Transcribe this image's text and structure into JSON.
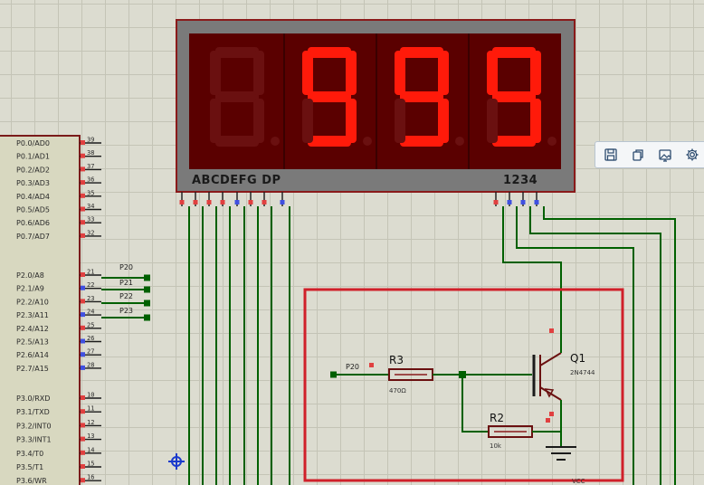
{
  "display": {
    "digits": [
      "",
      "9",
      "9",
      "9"
    ],
    "segment_label": "ABCDEFG  DP",
    "digit_label": "1234",
    "colors": {
      "on": "#ff1a0a",
      "off": "#6a1010",
      "bg": "#5a0000",
      "frame": "#7a7a7a",
      "border": "#8a1a1a"
    }
  },
  "mcu_pins_left": [
    "P0.0/AD0",
    "P0.1/AD1",
    "P0.2/AD2",
    "P0.3/AD3",
    "P0.4/AD4",
    "P0.5/AD5",
    "P0.6/AD6",
    "P0.7/AD7",
    "P2.0/A8",
    "P2.1/A9",
    "P2.2/A10",
    "P2.3/A11",
    "P2.4/A12",
    "P2.5/A13",
    "P2.6/A14",
    "P2.7/A15",
    "P3.0/RXD",
    "P3.1/TXD",
    "P3.2/INT0",
    "P3.3/INT1",
    "P3.4/T0",
    "P3.5/T1",
    "P3.6/WR"
  ],
  "mcu_pin_numbers": [
    "39",
    "38",
    "37",
    "36",
    "35",
    "34",
    "33",
    "32",
    "21",
    "22",
    "23",
    "24",
    "25",
    "26",
    "27",
    "28",
    "10",
    "11",
    "12",
    "13",
    "14",
    "15",
    "16"
  ],
  "net_labels": [
    "P20",
    "P21",
    "P22",
    "P23"
  ],
  "transistor": {
    "ref": "Q1",
    "value": "2N4744"
  },
  "r3": {
    "ref": "R3",
    "value": "470Ω"
  },
  "r2": {
    "ref": "R2",
    "value": "10k"
  },
  "base_net_label": "P20",
  "bottom_text": "VCC",
  "toolbar": [
    {
      "icon": "save-icon"
    },
    {
      "icon": "copy-icon"
    },
    {
      "icon": "image-icon"
    },
    {
      "icon": "gear-icon"
    }
  ]
}
